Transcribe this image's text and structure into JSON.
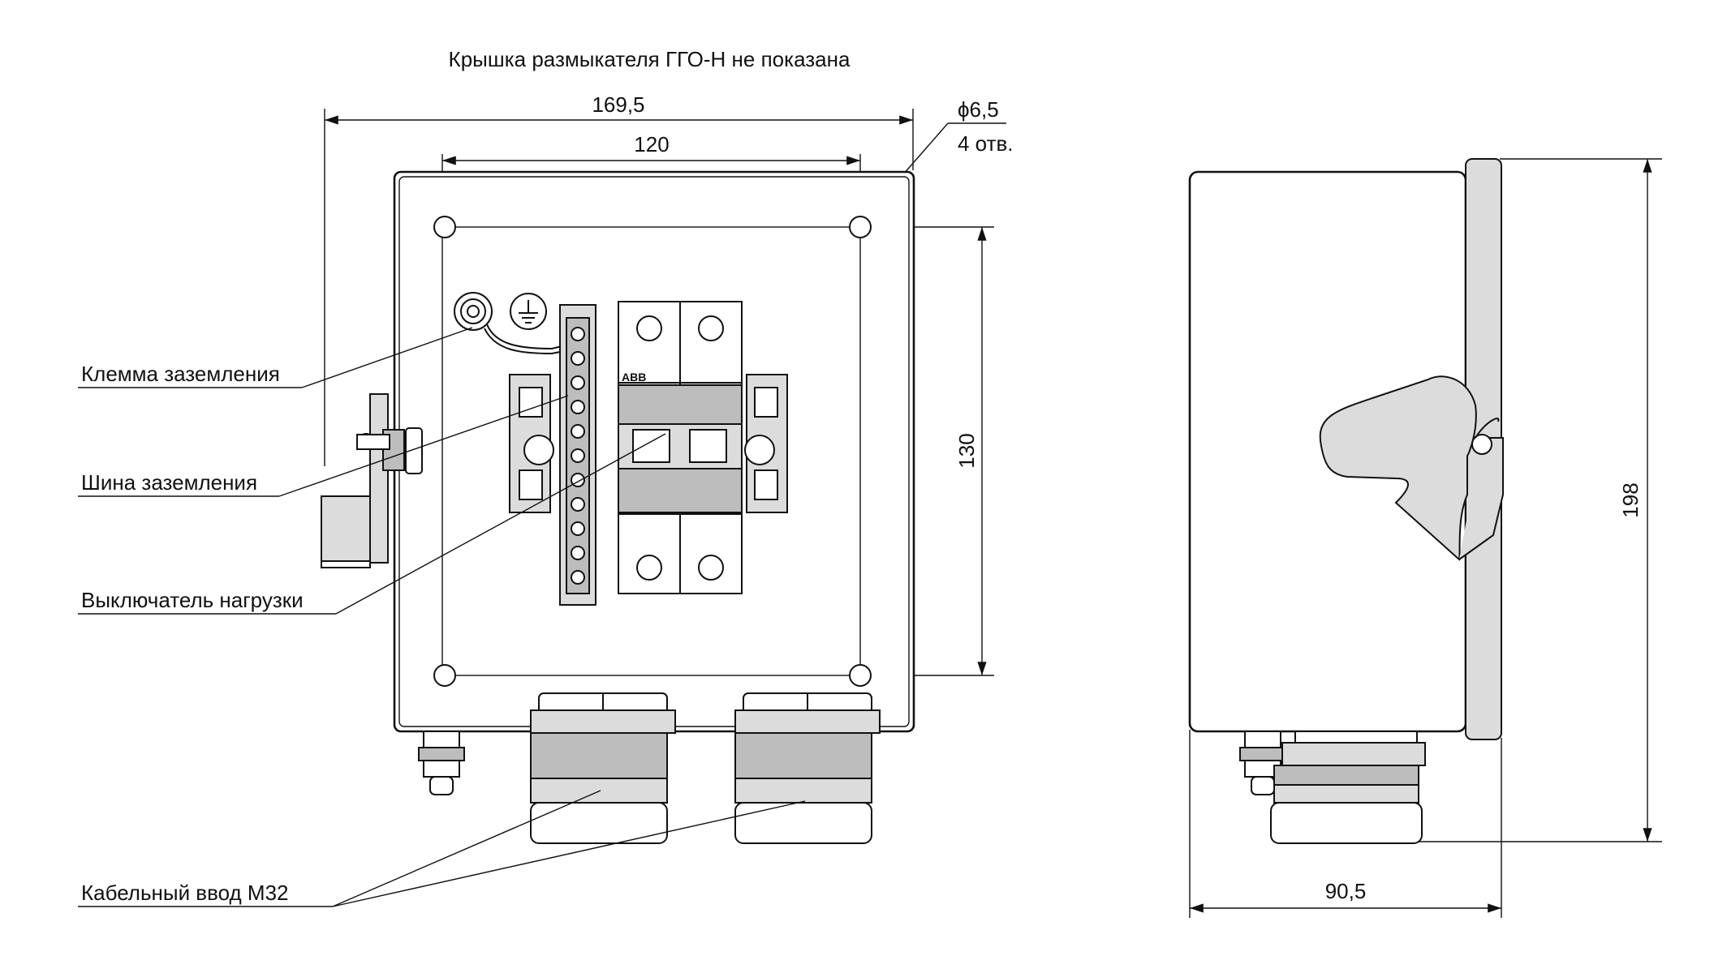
{
  "note": "Крышка размыкателя ГГО-Н не показана",
  "dimensions": {
    "overall_width": "169,5",
    "hole_spacing_h": "120",
    "hole_spacing_v": "130",
    "hole_diameter": "ϕ6,5",
    "hole_count": "4 отв.",
    "height": "198",
    "depth": "90,5"
  },
  "labels": {
    "ground_terminal": "Клемма заземления",
    "ground_bus": "Шина заземления",
    "load_switch": "Выключатель нагрузки",
    "cable_entry": "Кабельный ввод М32"
  },
  "switch_brand": "ABB",
  "colors": {
    "line": "#111111",
    "housing_fill": "#dcdcdc",
    "part_fill": "#bdbdbd"
  }
}
